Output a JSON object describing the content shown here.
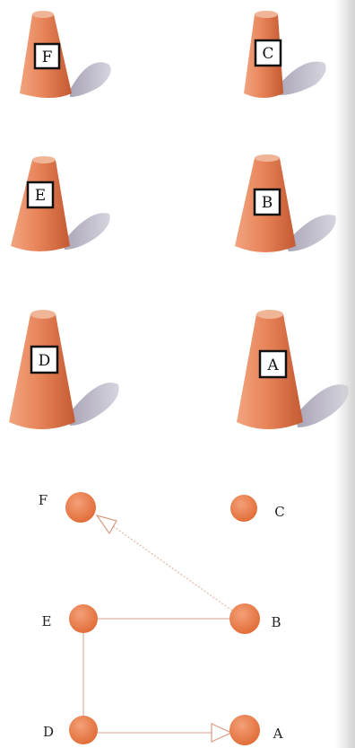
{
  "cones": [
    {
      "id": "F",
      "label": "F"
    },
    {
      "id": "C",
      "label": "C"
    },
    {
      "id": "E",
      "label": "E"
    },
    {
      "id": "B",
      "label": "B"
    },
    {
      "id": "D",
      "label": "D"
    },
    {
      "id": "A",
      "label": "A"
    }
  ],
  "graph": {
    "nodes": [
      {
        "id": "F",
        "label": "F"
      },
      {
        "id": "C",
        "label": "C"
      },
      {
        "id": "E",
        "label": "E"
      },
      {
        "id": "B",
        "label": "B"
      },
      {
        "id": "D",
        "label": "D"
      },
      {
        "id": "A",
        "label": "A"
      }
    ],
    "edges": [
      {
        "from": "B",
        "to": "F",
        "arrow": true,
        "style": "dashed"
      },
      {
        "from": "E",
        "to": "B",
        "arrow": false,
        "style": "solid"
      },
      {
        "from": "E",
        "to": "D",
        "arrow": false,
        "style": "solid"
      },
      {
        "from": "D",
        "to": "A",
        "arrow": true,
        "style": "solid"
      }
    ]
  },
  "colors": {
    "cone": "#e8845a",
    "node": "#e8743f",
    "edge": "#e0b0a0",
    "shadow": "#b9b6c4"
  }
}
